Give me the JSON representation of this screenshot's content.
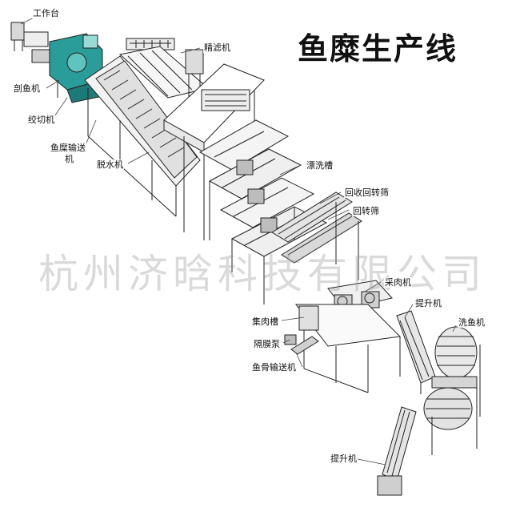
{
  "title": "鱼糜生产线",
  "watermark": "杭州济晗科技有限公司",
  "labels": {
    "workbench": "工作台",
    "fish_splitter": "剖鱼机",
    "fine_filter": "精滤机",
    "mincer": "绞切机",
    "mince_conveyor_1": "鱼糜输送",
    "mince_conveyor_2": "机",
    "dewatering": "脱水机",
    "rinse_tank": "漂洗槽",
    "recycle_drum": "回收回转筛",
    "rotary_screen": "回转筛",
    "meat_picker": "采肉机",
    "elevator_1": "提升机",
    "fish_washer": "洗鱼机",
    "meat_tank": "集肉槽",
    "diaphragm_pump": "隔膜泵",
    "bone_conveyor": "鱼骨输送机",
    "elevator_2": "提升机"
  },
  "colors": {
    "accent": "#2a9d9a",
    "line": "#222222"
  }
}
